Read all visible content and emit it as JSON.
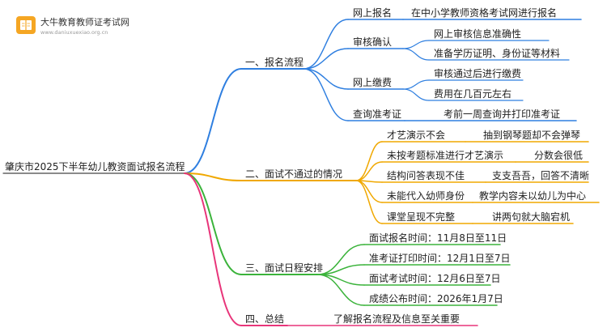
{
  "logo": {
    "title": "大牛教育教师证考试网",
    "url": "www.daniuxuexiao.org.cn"
  },
  "colors": {
    "blue": "#2f7fe0",
    "orange": "#f0a800",
    "green": "#3bb33b",
    "pink": "#e8357a",
    "logo_orange": "#f5a623"
  },
  "root": "肇庆市2025下半年幼儿教资面试报名流程",
  "branches": [
    {
      "label": "一、报名流程",
      "children": [
        {
          "label": "网上报名",
          "children": [
            "在中小学教师资格考试网进行报名"
          ]
        },
        {
          "label": "审核确认",
          "children": [
            "网上审核信息准确性",
            "准备学历证明、身份证等材料"
          ]
        },
        {
          "label": "网上缴费",
          "children": [
            "审核通过后进行缴费",
            "费用在几百元左右"
          ]
        },
        {
          "label": "查询准考证",
          "children": [
            "考前一周查询并打印准考证"
          ]
        }
      ]
    },
    {
      "label": "二、面试不通过的情况",
      "children": [
        {
          "label": "才艺演示不会",
          "children": [
            "抽到钢琴题却不会弹琴"
          ]
        },
        {
          "label": "未按考题标准进行才艺演示",
          "children": [
            "分数会很低"
          ]
        },
        {
          "label": "结构问答表现不佳",
          "children": [
            "支支吾吾，回答不清晰"
          ]
        },
        {
          "label": "未能代入幼师身份",
          "children": [
            "教学内容未以幼儿为中心"
          ]
        },
        {
          "label": "课堂呈现不完整",
          "children": [
            "讲两句就大脑宕机"
          ]
        }
      ]
    },
    {
      "label": "三、面试日程安排",
      "children": [
        {
          "label": "面试报名时间：11月8日至11日",
          "children": []
        },
        {
          "label": "准考证打印时间：12月1日至7日",
          "children": []
        },
        {
          "label": "面试考试时间：12月6日至7日",
          "children": []
        },
        {
          "label": "成绩公布时间：2026年1月7日",
          "children": []
        }
      ]
    },
    {
      "label": "四、总结",
      "children": [
        {
          "label": "了解报名流程及信息至关重要",
          "children": []
        }
      ]
    }
  ]
}
